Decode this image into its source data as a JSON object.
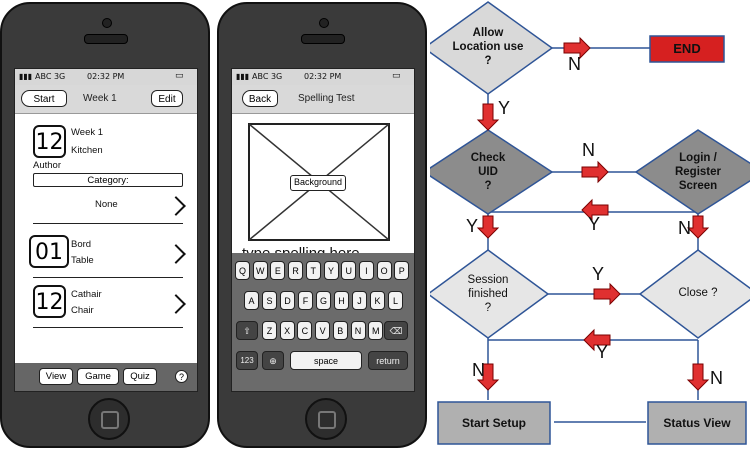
{
  "phone1": {
    "status": {
      "carrier": "ABC 3G",
      "time": "02:32 PM"
    },
    "nav": {
      "left_button": "Start",
      "title": "Week 1",
      "right_button": "Edit"
    },
    "rows": [
      {
        "number": "12",
        "line1": "Week 1",
        "line2": "Kitchen"
      },
      {
        "number": "01",
        "line1": "Bord",
        "line2": "Table"
      },
      {
        "number": "12",
        "line1": "Cathair",
        "line2": "Chair"
      }
    ],
    "author_label": "Author",
    "category_label": "Category:",
    "category_value": "None",
    "tabs": {
      "view": "View",
      "game": "Game",
      "quiz": "Quiz",
      "help": "?"
    }
  },
  "phone2": {
    "status": {
      "carrier": "ABC 3G",
      "time": "02:32 PM"
    },
    "nav": {
      "back_button": "Back",
      "title": "Spelling Test"
    },
    "image_label": "Background",
    "prompt": "type spelling here",
    "keyboard": {
      "row1": [
        "Q",
        "W",
        "E",
        "R",
        "T",
        "Y",
        "U",
        "I",
        "O",
        "P"
      ],
      "row2": [
        "A",
        "S",
        "D",
        "F",
        "G",
        "H",
        "J",
        "K",
        "L"
      ],
      "row3": [
        "Z",
        "X",
        "C",
        "V",
        "B",
        "N",
        "M"
      ],
      "num_key": "123",
      "space_key": "space",
      "return_key": "return"
    }
  },
  "flowchart": {
    "nodes": {
      "allow_location": "Allow\nLocation use\n?",
      "end": "END",
      "check_uid": "Check\nUID\n?",
      "login_register": "Login /\nRegister\nScreen",
      "session_finished": "Session\nfinished\n?",
      "close": "Close ?",
      "start_setup": "Start Setup",
      "status_view": "Status View"
    },
    "labels": {
      "allow_to_end": "N",
      "allow_to_check": "Y",
      "check_to_login": "N",
      "login_to_check": "Y",
      "check_to_session": "Y",
      "login_to_close": "N",
      "session_to_close": "Y",
      "close_to_session": "Y",
      "session_to_setup": "N",
      "close_to_status": "N"
    },
    "colors": {
      "diamond_light": "#d9d9d9",
      "diamond_dark": "#8c8c8c",
      "end_fill": "#d62020",
      "arrow": "#e03030",
      "box_fill": "#b0b0b0",
      "line": "#2f5597"
    }
  }
}
